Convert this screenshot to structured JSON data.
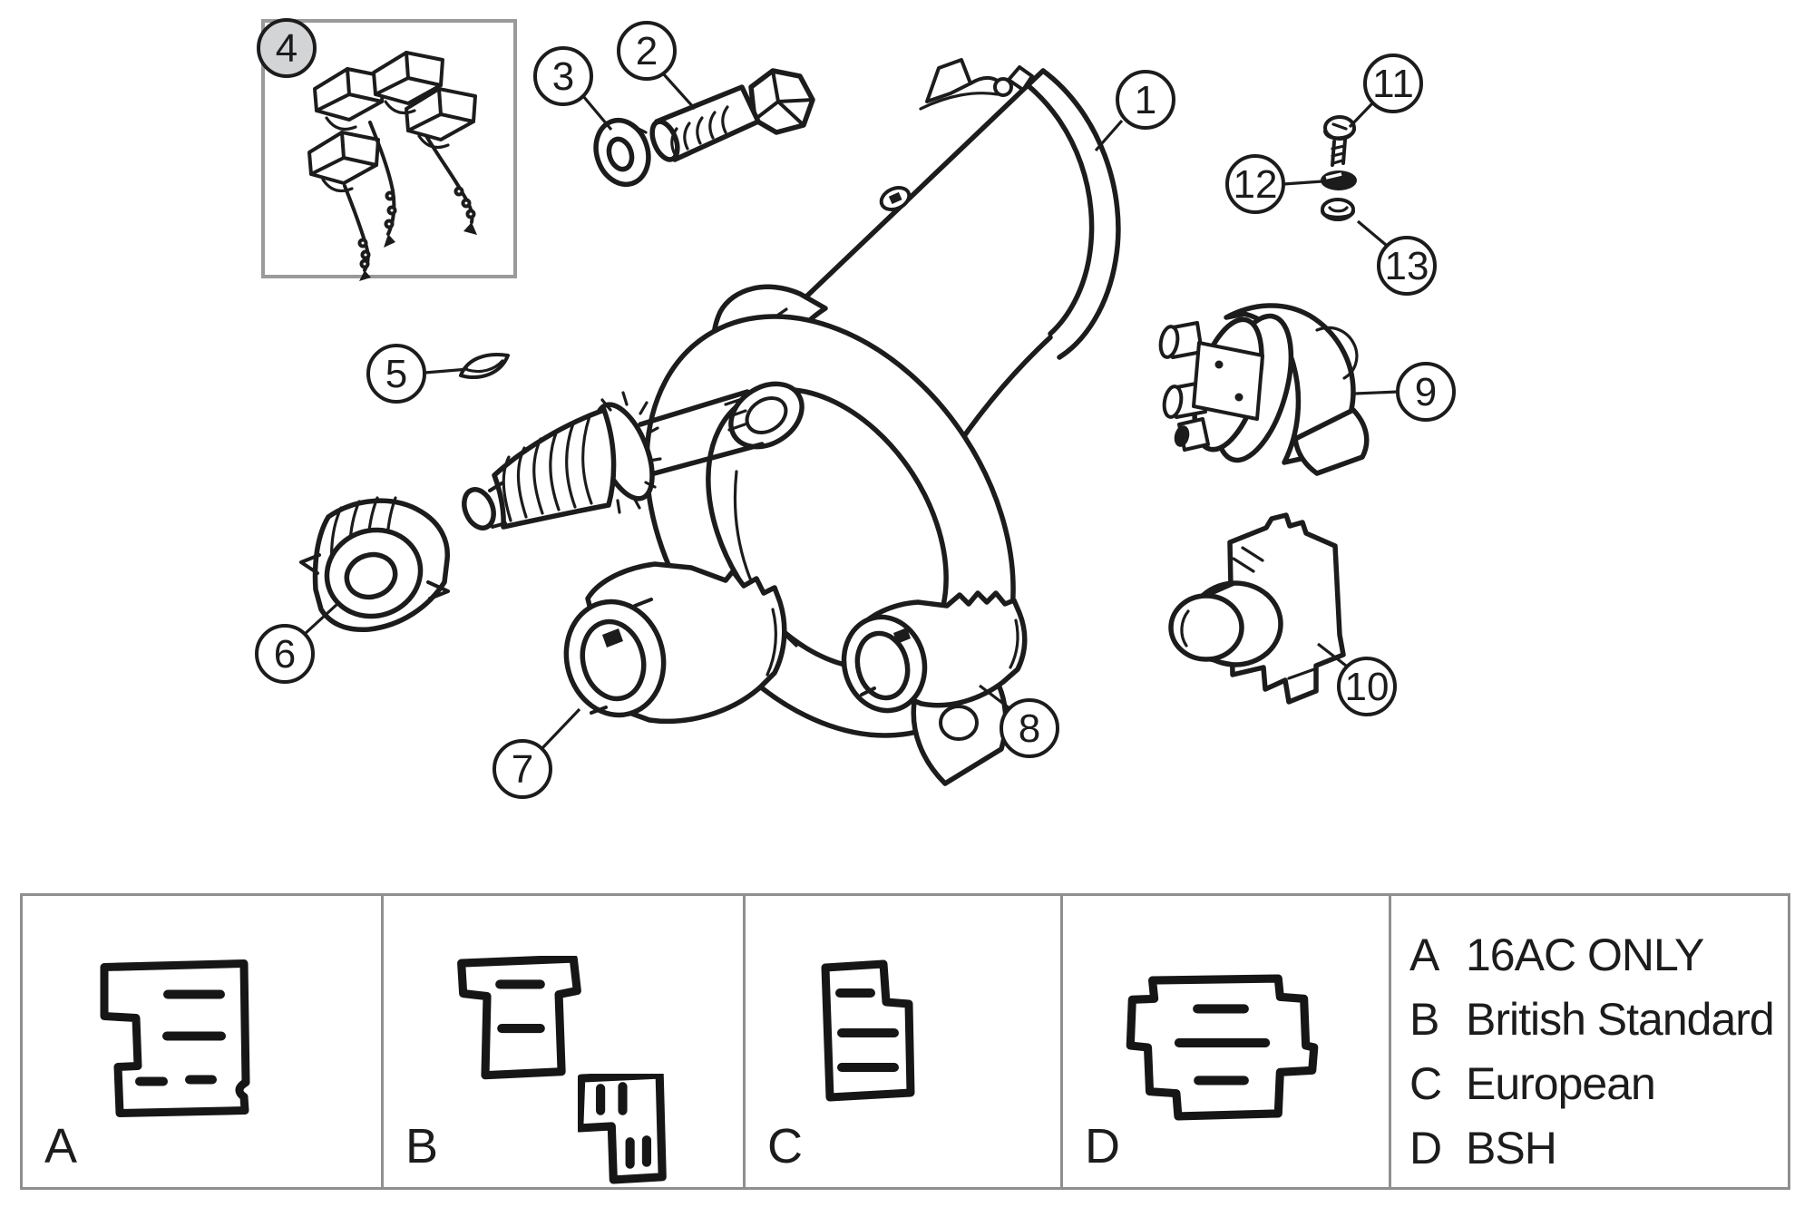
{
  "colors": {
    "line": "#1c1c1c",
    "table_border": "#8f8f8f",
    "background": "#ffffff",
    "callout_fill": "#ffffff",
    "callout_4_fill": "#d3d4d6"
  },
  "callouts": [
    {
      "label": "1"
    },
    {
      "label": "2"
    },
    {
      "label": "3"
    },
    {
      "label": "4"
    },
    {
      "label": "5"
    },
    {
      "label": "6"
    },
    {
      "label": "7"
    },
    {
      "label": "8"
    },
    {
      "label": "9"
    },
    {
      "label": "10"
    },
    {
      "label": "11"
    },
    {
      "label": "12"
    },
    {
      "label": "13"
    }
  ],
  "table": {
    "cells": [
      {
        "letter": "A"
      },
      {
        "letter": "B"
      },
      {
        "letter": "C"
      },
      {
        "letter": "D"
      }
    ],
    "legend_rows": [
      {
        "key": "A",
        "label": "16AC ONLY"
      },
      {
        "key": "B",
        "label": "British Standard"
      },
      {
        "key": "C",
        "label": "European"
      },
      {
        "key": "D",
        "label": "BSH"
      }
    ]
  }
}
